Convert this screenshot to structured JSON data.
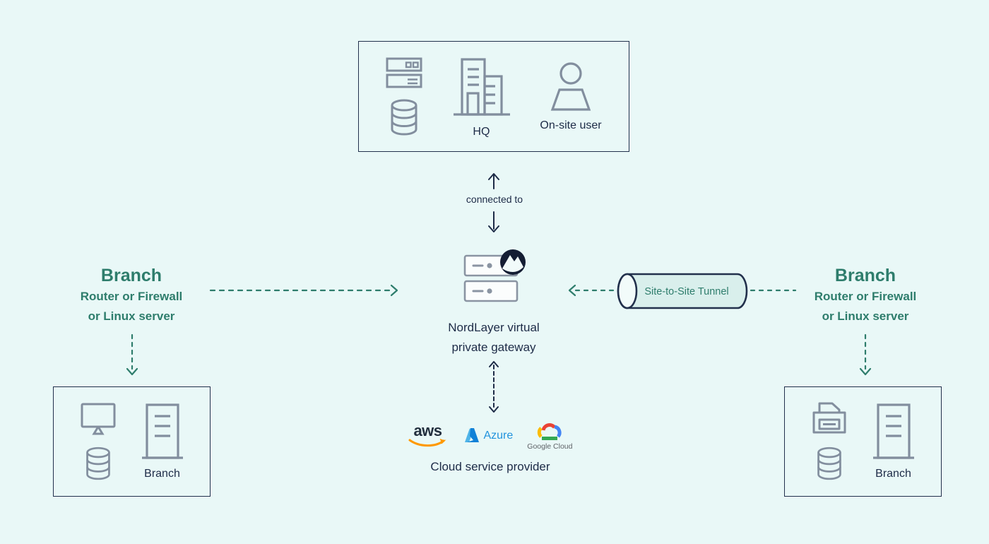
{
  "hq_box": {
    "hq_label": "HQ",
    "user_label": "On-site user"
  },
  "connector": {
    "connected_to": "connected to"
  },
  "gateway": {
    "label_line1": "NordLayer virtual",
    "label_line2": "private gateway"
  },
  "tunnel": {
    "label": "Site-to-Site Tunnel"
  },
  "left_branch": {
    "title": "Branch",
    "line1": "Router or Firewall",
    "line2": "or Linux server"
  },
  "right_branch": {
    "title": "Branch",
    "line1": "Router or Firewall",
    "line2": "or Linux server"
  },
  "left_box": {
    "label": "Branch"
  },
  "right_box": {
    "label": "Branch"
  },
  "cloud": {
    "aws": "aws",
    "azure": "Azure",
    "gcloud": "Google Cloud",
    "caption": "Cloud service provider"
  },
  "colors": {
    "background": "#e9f8f7",
    "navy": "#22304c",
    "green": "#2e7d6c",
    "icon_gray": "#828e9e",
    "tunnel_fill": "#d9efec",
    "aws_orange": "#f90",
    "azure_blue": "#2293dd"
  },
  "icons": [
    "server-rack-icon",
    "database-icon",
    "hq-building-icon",
    "person-icon",
    "gateway-server-icon",
    "nordlayer-logo-icon",
    "monitor-icon",
    "printer-icon",
    "server-tower-icon",
    "aws-logo-icon",
    "azure-logo-icon",
    "google-cloud-logo-icon",
    "tunnel-cylinder"
  ]
}
